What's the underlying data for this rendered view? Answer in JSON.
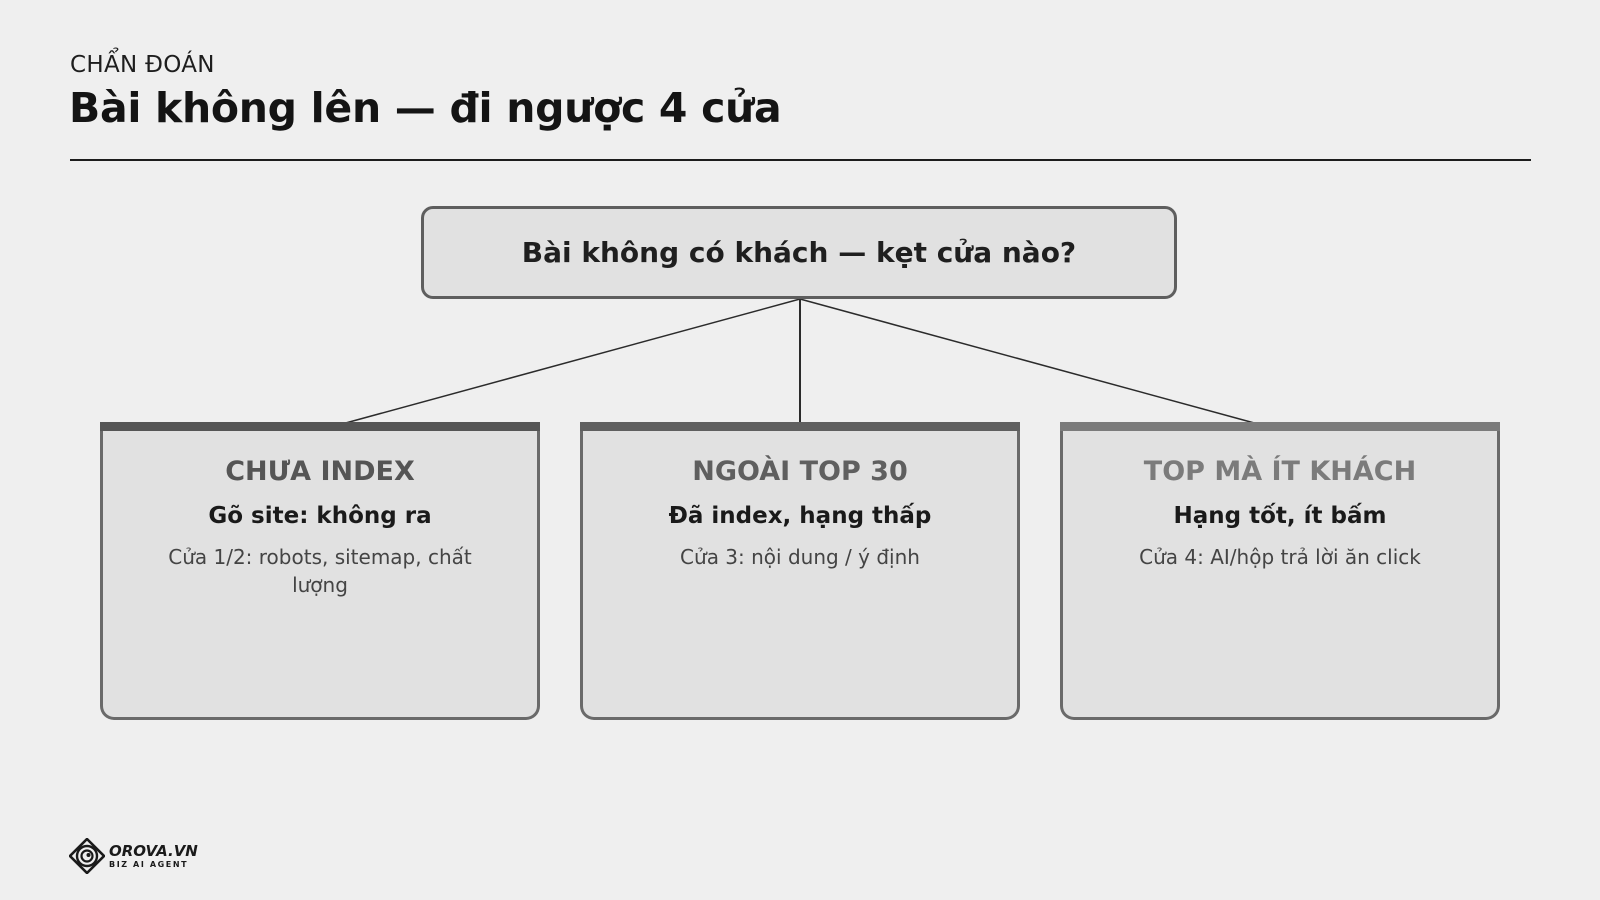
{
  "header": {
    "kicker": "CHẨN ĐOÁN",
    "title": "Bài không lên — đi ngược 4 cửa"
  },
  "diagram": {
    "root": {
      "label": "Bài không có khách — kẹt cửa nào?"
    },
    "branches": [
      {
        "title": "CHƯA INDEX",
        "subtitle": "Gõ site: không ra",
        "note": "Cửa 1/2: robots, sitemap, chất lượng",
        "color": "#555555"
      },
      {
        "title": "NGOÀI TOP 30",
        "subtitle": "Đã index, hạng thấp",
        "note": "Cửa 3: nội dung / ý định",
        "color": "#5f5f5f"
      },
      {
        "title": "TOP MÀ ÍT KHÁCH",
        "subtitle": "Hạng tốt, ít bấm",
        "note": "Cửa 4: AI/hộp trả lời ăn click",
        "color": "#7b7b7b"
      }
    ]
  },
  "brand": {
    "name": "OROVA.VN",
    "tagline": "BIZ AI AGENT",
    "icon": "spiral-diamond-logo-icon"
  }
}
